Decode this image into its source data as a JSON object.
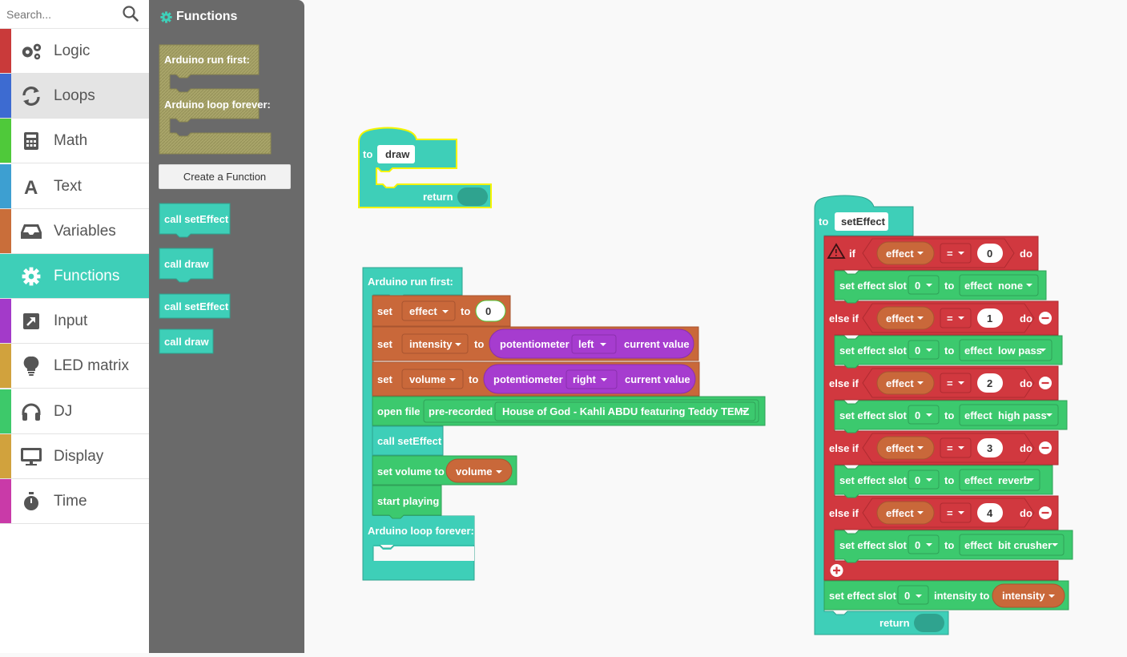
{
  "search": {
    "placeholder": "Search..."
  },
  "categories": [
    {
      "label": "Logic",
      "color": "#c93a3a",
      "icon": "gears-icon"
    },
    {
      "label": "Loops",
      "color": "#3d6bd1",
      "icon": "sync-icon"
    },
    {
      "label": "Math",
      "color": "#4fc93a",
      "icon": "calculator-icon"
    },
    {
      "label": "Text",
      "color": "#3d9fd1",
      "icon": "letter-a-icon"
    },
    {
      "label": "Variables",
      "color": "#c96e3a",
      "icon": "inbox-icon"
    },
    {
      "label": "Functions",
      "color": "#3ecfb8",
      "icon": "gear-icon"
    },
    {
      "label": "Input",
      "color": "#a33ac9",
      "icon": "arrow-box-icon"
    },
    {
      "label": "LED matrix",
      "color": "#d1a23d",
      "icon": "lightbulb-icon"
    },
    {
      "label": "DJ",
      "color": "#3dc96a",
      "icon": "headphones-icon"
    },
    {
      "label": "Display",
      "color": "#d1a23d",
      "icon": "monitor-icon"
    },
    {
      "label": "Time",
      "color": "#c93aa8",
      "icon": "stopwatch-icon"
    }
  ],
  "selected_category": "Functions",
  "hovered_category": "Loops",
  "flyout": {
    "title": "Functions",
    "run_first": "Arduino run first:",
    "loop_forever": "Arduino loop forever:",
    "create_button": "Create a Function",
    "calls": [
      "call setEffect",
      "call draw",
      "call setEffect",
      "call draw"
    ]
  },
  "colors": {
    "function": "#3ecfb8",
    "function_dark": "#2fa38f",
    "variable": "#c9683a",
    "logic": "#d1383f",
    "dj": "#3cc96e",
    "input": "#a63ccf",
    "highlight": "#f4f400"
  },
  "workspace": {
    "draw_fn": {
      "to": "to",
      "name": "draw",
      "return": "return"
    },
    "main": {
      "header": "Arduino run first:",
      "set1": {
        "set": "set",
        "var": "effect",
        "to": "to",
        "value": "0"
      },
      "set2": {
        "set": "set",
        "var": "intensity",
        "to": "to",
        "sensor": "potentiometer",
        "side": "left",
        "reading": "current value"
      },
      "set3": {
        "set": "set",
        "var": "volume",
        "to": "to",
        "sensor": "potentiometer",
        "side": "right",
        "reading": "current value"
      },
      "open": {
        "label": "open file",
        "source": "pre-recorded",
        "file": "House of God - Kahli ABDU featuring Teddy TEMZ"
      },
      "call": "call setEffect",
      "setvol": {
        "label": "set volume to",
        "var": "volume"
      },
      "play": "start playing",
      "loop": "Arduino loop forever:"
    },
    "set_effect_fn": {
      "to": "to",
      "name": "setEffect",
      "if": "if",
      "else_if": "else if",
      "do": "do",
      "var": "effect",
      "op": "=",
      "set_slot": "set effect slot",
      "slot": "0",
      "slot_to": "to",
      "effect_label": "effect",
      "branches": [
        {
          "value": "0",
          "effect": "none"
        },
        {
          "value": "1",
          "effect": "low pass"
        },
        {
          "value": "2",
          "effect": "high pass"
        },
        {
          "value": "3",
          "effect": "reverb"
        },
        {
          "value": "4",
          "effect": "bit crusher"
        }
      ],
      "intensity_label": "set effect slot",
      "intensity_slot": "0",
      "intensity_to": "intensity to",
      "intensity_var": "intensity",
      "return": "return"
    }
  }
}
